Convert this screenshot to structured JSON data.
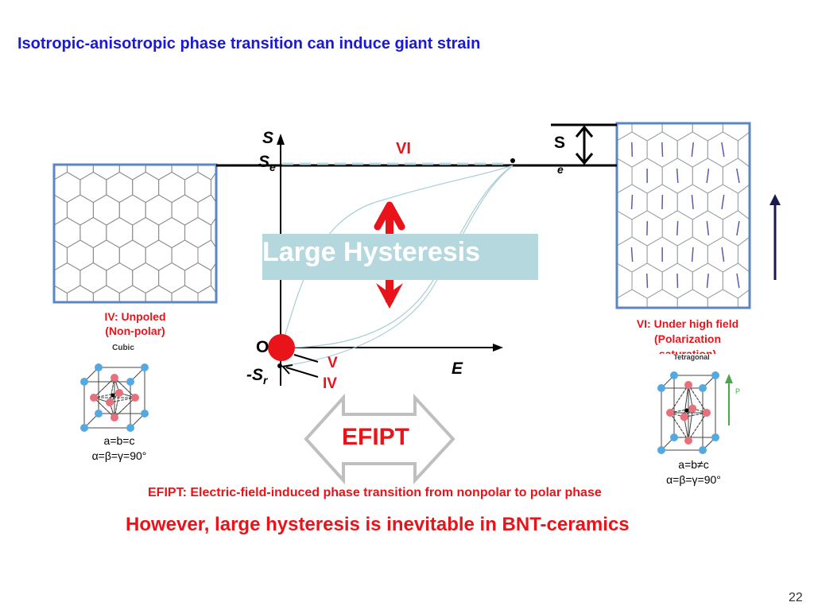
{
  "title": "Isotropic-anisotropic phase transition can induce giant strain",
  "axis": {
    "s": "S",
    "se": "S",
    "se_sub": "e",
    "o": "O",
    "sr": "-S",
    "sr_sub": "r",
    "e": "E"
  },
  "right_s": "S",
  "right_e": "e",
  "states": {
    "vi": "VI",
    "v": "V",
    "iv": "IV"
  },
  "hysteresis_label": "Large Hysteresis",
  "left_caption": [
    "IV: Unpoled",
    "(Non-polar)"
  ],
  "right_caption": [
    "VI: Under high field",
    "(Polarization",
    "saturation)"
  ],
  "cubic": {
    "name": "Cubic",
    "line1": "a=b=c",
    "line2": "α=β=γ=90°"
  },
  "tetragonal": {
    "name": "Tetragonal",
    "p": "P",
    "line1": "a=b≠c",
    "line2": "α=β=γ=90°"
  },
  "efipt_label": "EFIPT",
  "efipt_def": "EFIPT: Electric-field-induced phase transition from nonpolar to polar phase",
  "conclusion": "However, large hysteresis is inevitable in BNT-ceramics",
  "page_number": "22",
  "colors": {
    "title": "#1a1ad6",
    "red": "#e8141a",
    "box": "#5b86c5",
    "hyst": "#b4d8de"
  }
}
